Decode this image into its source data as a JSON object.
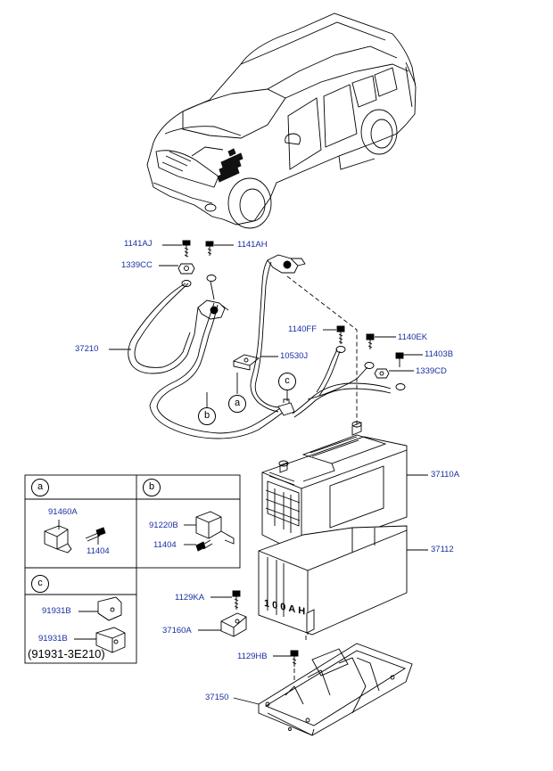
{
  "labels": {
    "p1141aj": "1141AJ",
    "p1141ah": "1141AH",
    "p1339cc": "1339CC",
    "p37210": "37210",
    "p1140ff": "1140FF",
    "p1140ek": "1140EK",
    "p11403b": "11403B",
    "p1339cd": "1339CD",
    "p10530j": "10530J",
    "p37110a": "37110A",
    "p37112": "37112",
    "p1129ka": "1129KA",
    "p37160a": "37160A",
    "p1129hb": "1129HB",
    "p37150": "37150"
  },
  "callouts": {
    "a": "a",
    "b": "b",
    "c": "c"
  },
  "detail_table": {
    "cell_a": {
      "callout": "a",
      "part_1": "91460A",
      "part_2": "11404"
    },
    "cell_b": {
      "callout": "b",
      "part_1": "91220B",
      "part_2": "11404"
    },
    "cell_c": {
      "callout": "c",
      "part_1": "91931B",
      "part_2": "91931B",
      "note": "(91931-3E210)"
    }
  },
  "battery_marking": "100AH",
  "colors": {
    "label_blue": "#1a2fa0",
    "line": "#000000"
  }
}
